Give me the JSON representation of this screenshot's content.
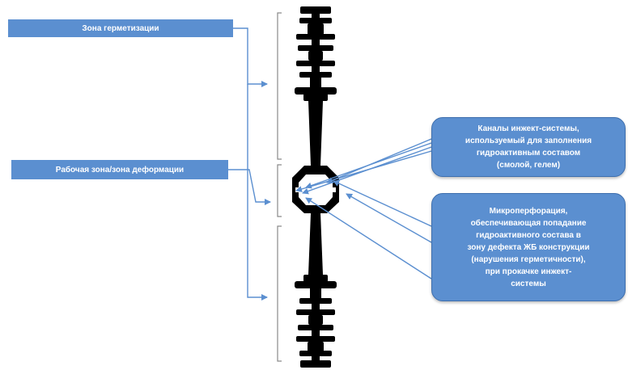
{
  "labels": {
    "sealing_zone": "Зона герметизации",
    "working_zone": "Рабочая зона/зона деформации"
  },
  "callouts": {
    "injection_channels": "Каналы инжект-системы,\nиспользуемый для заполнения\nгидроактивным составом\n(смолой, гелем)",
    "microperforation": "Микроперфорация,\nобеспечивающая попадание\nгидроактивного состава в\nзону дефекта ЖБ конструкции\n(нарушения герметичности),\nпри прокачке инжект-\nсистемы"
  },
  "colors": {
    "box_fill": "#5b8fd0",
    "box_border": "#3e6fae",
    "connector": "#5b8fd0",
    "profile": "#000000",
    "bracket": "#8a8a8a"
  }
}
